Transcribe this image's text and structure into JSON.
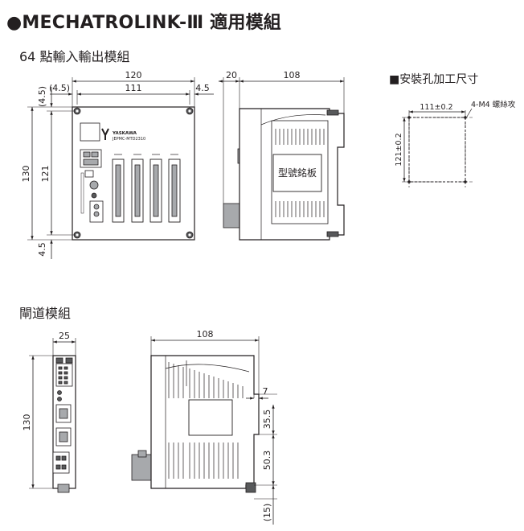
{
  "page": {
    "title": "●MECHATROLINK-Ⅲ 適用模組",
    "io_module_title": "64 點輸入輸出模組",
    "repeater_title": "閘道模組",
    "cutout_title": "■安裝孔加工尺寸"
  },
  "io_front_view": {
    "dims": {
      "width_overall": "120",
      "offset_left": "(4.5)",
      "hole_pitch_h": "111",
      "offset_right": "4.5",
      "height_overall": "130",
      "offset_top": "(4.5)",
      "hole_pitch_v": "121",
      "offset_bottom": "4.5"
    },
    "logo_text": "YASKAWA",
    "logo_subtext": "JEPMC-MTD2310"
  },
  "io_side_view": {
    "dims": {
      "rail_depth": "20",
      "depth": "108"
    },
    "nameplate_label": "型號銘板"
  },
  "cutout": {
    "dims": {
      "pitch_h": "111±0.2",
      "pitch_v": "121±0.2",
      "holes": "4-M4 螺絲攻"
    }
  },
  "repeater_front_view": {
    "dims": {
      "width": "25",
      "height": "130"
    }
  },
  "repeater_side_view": {
    "dims": {
      "depth": "108",
      "step": "7",
      "upper_section": "35.5",
      "lower_section": "50.3",
      "bottom_protrusion": "(15)"
    }
  }
}
